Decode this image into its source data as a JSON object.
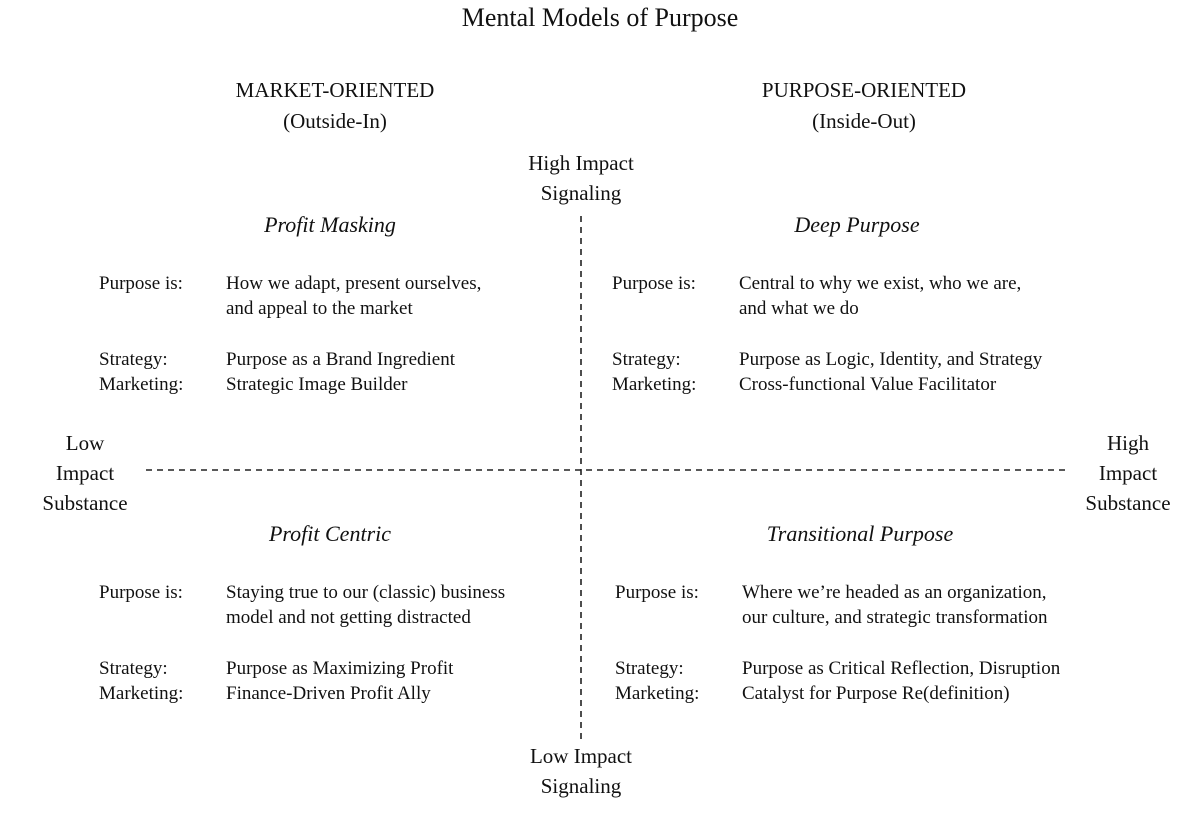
{
  "title": "Mental Models of Purpose",
  "columns": {
    "left": {
      "heading": "MARKET-ORIENTED",
      "subheading": "(Outside-In)"
    },
    "right": {
      "heading": "PURPOSE-ORIENTED",
      "subheading": "(Inside-Out)"
    }
  },
  "axes": {
    "top": [
      "High Impact",
      "Signaling"
    ],
    "bottom": [
      "Low Impact",
      "Signaling"
    ],
    "left": [
      "Low",
      "Impact",
      "Substance"
    ],
    "right": [
      "High",
      "Impact",
      "Substance"
    ]
  },
  "labels": {
    "purpose_is": "Purpose is:",
    "strategy": "Strategy:",
    "marketing": "Marketing:"
  },
  "quadrants": {
    "top_left": {
      "title": "Profit Masking",
      "purpose": [
        "How we adapt, present ourselves,",
        "and appeal to the market"
      ],
      "strategy": "Purpose as a Brand Ingredient",
      "marketing": "Strategic Image Builder"
    },
    "top_right": {
      "title": "Deep Purpose",
      "purpose": [
        "Central to why we exist, who we are,",
        "and what we do"
      ],
      "strategy": "Purpose as Logic, Identity, and Strategy",
      "marketing": "Cross-functional Value Facilitator"
    },
    "bottom_left": {
      "title": "Profit Centric",
      "purpose": [
        "Staying true to our (classic) business",
        "model and not getting distracted"
      ],
      "strategy": "Purpose as Maximizing Profit",
      "marketing": "Finance-Driven Profit Ally"
    },
    "bottom_right": {
      "title": "Transitional Purpose",
      "purpose": [
        "Where we’re headed as an organization,",
        "our culture, and strategic transformation"
      ],
      "strategy": "Purpose as Critical Reflection, Disruption",
      "marketing": "Catalyst for Purpose Re(definition)"
    }
  }
}
